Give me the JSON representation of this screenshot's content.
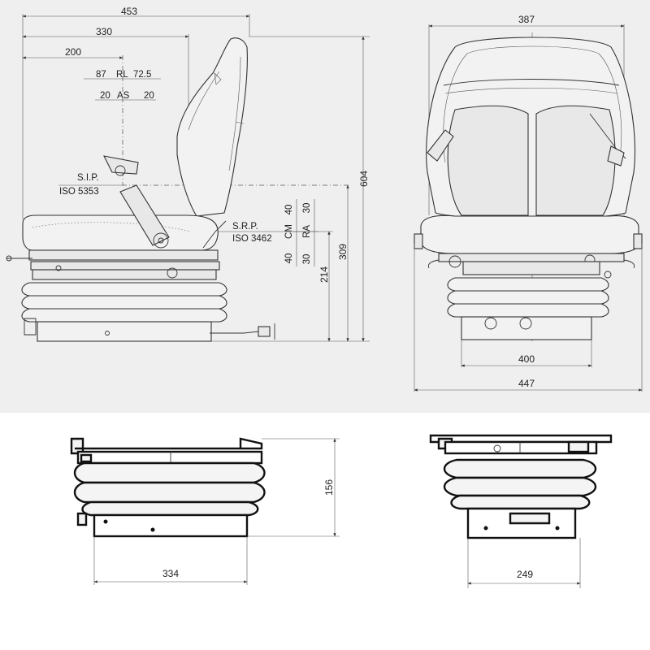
{
  "dimensions": {
    "d453": "453",
    "d330": "330",
    "d200": "200",
    "d87": "87",
    "rl": "RL",
    "d72_5": "72.5",
    "d20a": "20",
    "as": "AS",
    "d20b": "20",
    "sip": "S.I.P.",
    "iso5353": "ISO 5353",
    "srp": "S.R.P.",
    "iso3462": "ISO 3462",
    "d40a": "40",
    "cm": "CM",
    "d40b": "40",
    "d30a": "30",
    "ra": "RA",
    "d30b": "30",
    "d214": "214",
    "d309": "309",
    "d604": "604",
    "d387": "387",
    "d400": "400",
    "d447": "447",
    "d156": "156",
    "d334": "334",
    "d249": "249"
  }
}
